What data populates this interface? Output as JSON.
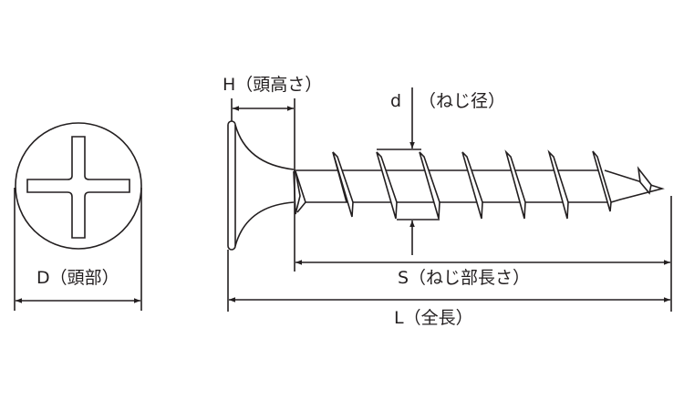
{
  "diagram": {
    "subject": "Phillips drywall screw dimension drawing",
    "colors": {
      "line": "#231f20",
      "background": "#ffffff"
    },
    "labels": {
      "head_diameter": "D（頭部）",
      "head_height": "H（頭高さ）",
      "thread_diameter_symbol": "d",
      "thread_diameter_name": "（ねじ径）",
      "thread_length": "S（ねじ部長さ）",
      "total_length": "L（全長）"
    },
    "views": [
      {
        "name": "top-view",
        "shape": "circle with cross recess"
      },
      {
        "name": "side-view",
        "shape": "bugle head screw with threads and pointed tip"
      }
    ]
  }
}
